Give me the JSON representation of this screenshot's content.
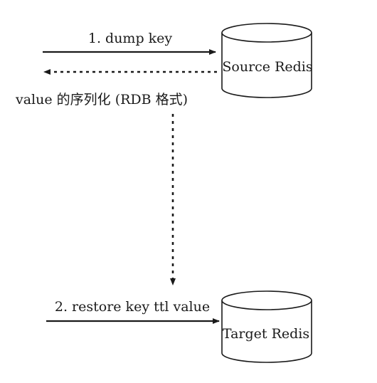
{
  "source_db": {
    "label": "Source Redis"
  },
  "target_db": {
    "label": "Target Redis"
  },
  "steps": {
    "dump_label": "1. dump key",
    "serialized_label": "value 的序列化 (RDB 格式)",
    "restore_label": "2. restore key ttl value"
  },
  "colors": {
    "stroke": "#1a1a1a",
    "background": "#ffffff"
  }
}
